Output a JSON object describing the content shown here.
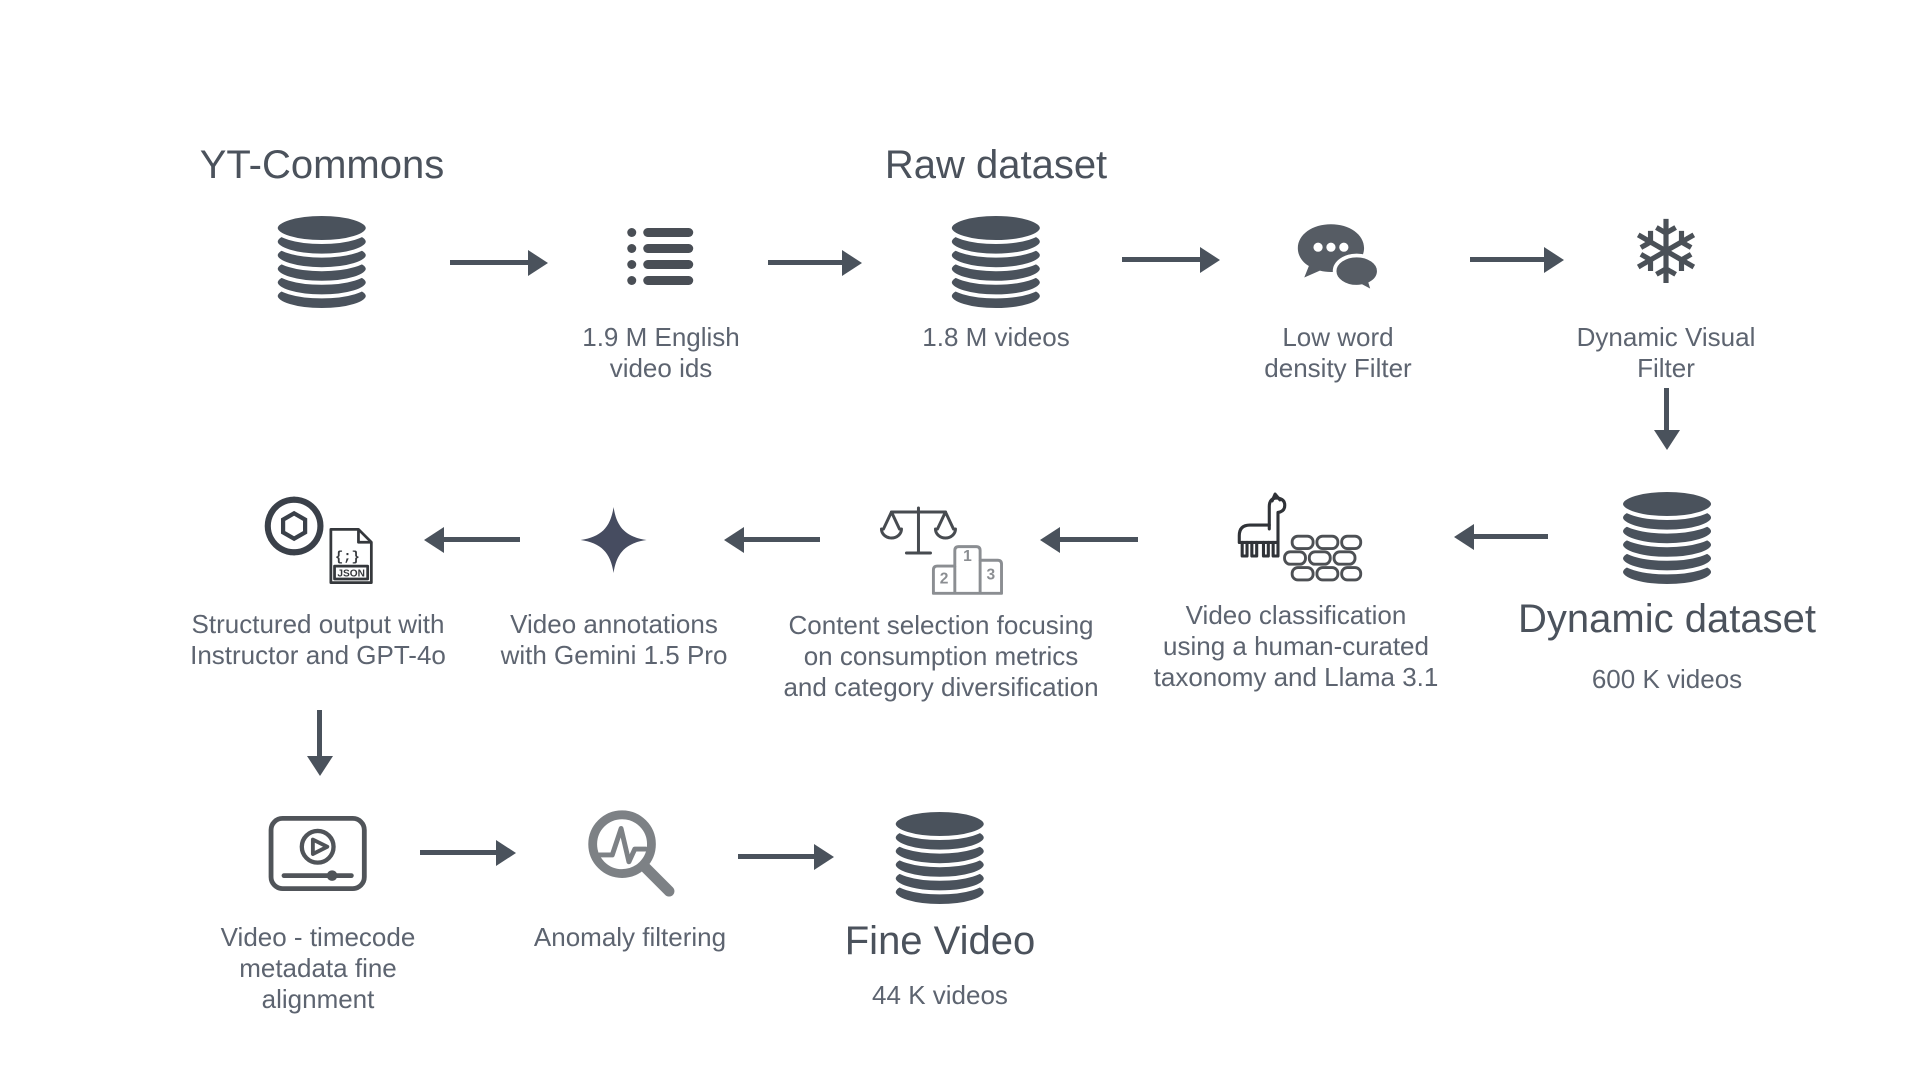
{
  "colors": {
    "icon_dark": "#4a525c",
    "label_text": "#5d6470",
    "title_text": "#4b525c",
    "gemini_sparkle": "#464c60",
    "muted_gray": "#7d8185"
  },
  "icons": {
    "snowflake": "❄"
  },
  "nodes": {
    "yt_commons": {
      "title": "YT-Commons"
    },
    "video_ids": {
      "lines": [
        "1.9 M English",
        "video ids"
      ]
    },
    "raw_dataset": {
      "title": "Raw dataset",
      "lines": [
        "1.8 M videos"
      ]
    },
    "low_word_filter": {
      "lines": [
        "Low word",
        "density Filter"
      ]
    },
    "dynamic_visual_filter": {
      "lines": [
        "Dynamic Visual",
        "Filter"
      ]
    },
    "dynamic_dataset": {
      "title": "Dynamic dataset",
      "lines": [
        "600 K videos"
      ]
    },
    "video_classification": {
      "lines": [
        "Video classification",
        "using a human-curated",
        "taxonomy and Llama 3.1"
      ]
    },
    "content_selection": {
      "lines": [
        "Content selection focusing",
        "on consumption metrics",
        "and category diversification"
      ]
    },
    "video_annotations": {
      "lines": [
        "Video annotations",
        "with Gemini 1.5 Pro"
      ]
    },
    "structured_output": {
      "lines": [
        "Structured output with",
        "Instructor and GPT-4o"
      ]
    },
    "timecode_alignment": {
      "lines": [
        "Video - timecode",
        "metadata fine",
        "alignment"
      ]
    },
    "anomaly_filtering": {
      "lines": [
        "Anomaly filtering"
      ]
    },
    "fine_video": {
      "title": "Fine Video",
      "lines": [
        "44 K videos"
      ]
    }
  },
  "badges": {
    "json_file": {
      "symbol": "{;}",
      "label": "JSON"
    },
    "podium": {
      "first": "1",
      "second": "2",
      "third": "3"
    }
  }
}
